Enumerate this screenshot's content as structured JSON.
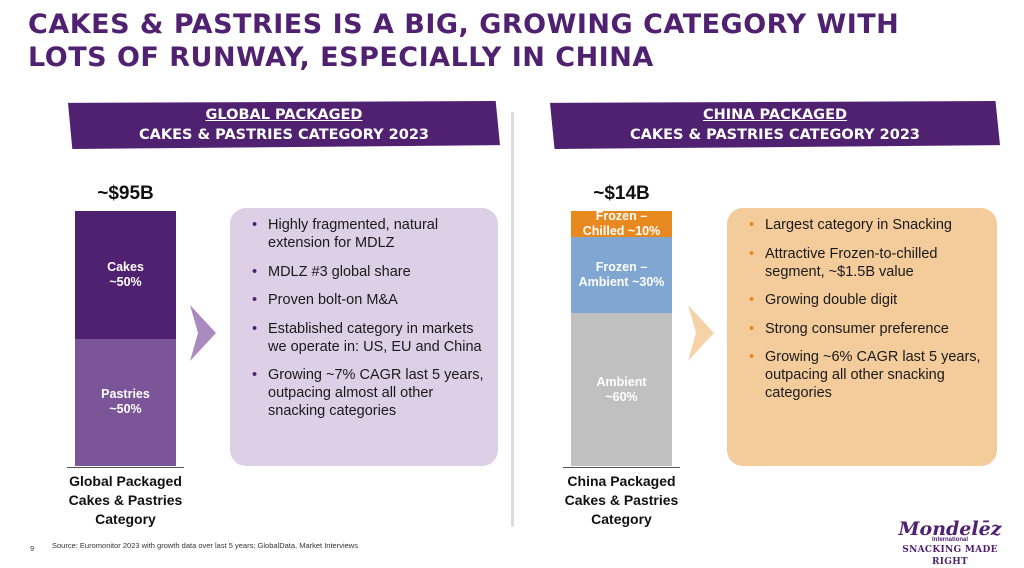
{
  "title": "Cakes & Pastries is a big, growing category with lots of runway, especially in China",
  "global": {
    "banner_line1": "GLOBAL PACKAGED",
    "banner_line2": "CAKES & PASTRIES CATEGORY 2023",
    "bullets": [
      "Highly fragmented, natural extension for MDLZ",
      "MDLZ #3 global share",
      "Proven bolt-on M&A",
      "Established category in markets we operate in: US, EU and China",
      "Growing ~7% CAGR last 5 years, outpacing almost all other snacking categories"
    ]
  },
  "china": {
    "banner_line1": "CHINA PACKAGED",
    "banner_line2": "CAKES & PASTRIES CATEGORY 2023",
    "bullets": [
      "Largest category in Snacking",
      "Attractive Frozen-to-chilled segment, ~$1.5B value",
      "Growing double digit",
      "Strong consumer preference",
      "Growing ~6% CAGR last 5 years, outpacing all other snacking categories"
    ]
  },
  "colors": {
    "brand_purple": "#4f2170",
    "cakes": "#4f2170",
    "pastries": "#7c5599",
    "frozen_chilled": "#e8891f",
    "frozen_ambient": "#7fa7d1",
    "ambient": "#c0c0c0",
    "global_box": "#ddd0e6",
    "china_box": "#f4cc9c"
  },
  "chart_data": [
    {
      "type": "bar",
      "stacked": true,
      "total_label": "~$95B",
      "category_label": "Global Packaged Cakes & Pastries Category",
      "segments": [
        {
          "name": "Pastries",
          "label": "~50%",
          "value": 50,
          "color": "#7c5599"
        },
        {
          "name": "Cakes",
          "label": "~50%",
          "value": 50,
          "color": "#4f2170"
        }
      ]
    },
    {
      "type": "bar",
      "stacked": true,
      "total_label": "~$14B",
      "category_label": "China Packaged Cakes & Pastries Category",
      "segments": [
        {
          "name": "Ambient",
          "label": "~60%",
          "value": 60,
          "color": "#c0c0c0"
        },
        {
          "name": "Frozen –",
          "label": "Ambient ~30%",
          "value": 30,
          "color": "#7fa7d1"
        },
        {
          "name": "Frozen –",
          "label": "Chilled ~10%",
          "value": 10,
          "color": "#e8891f"
        }
      ]
    }
  ],
  "footer": {
    "page_number": "9",
    "source": "Source: Euromonitor 2023 with growth data over last 5 years; GlobalData, Market Interviews",
    "logo_name": "Mondelēz",
    "logo_sub": "International",
    "logo_tagline": "SNACKING MADE RIGHT"
  }
}
